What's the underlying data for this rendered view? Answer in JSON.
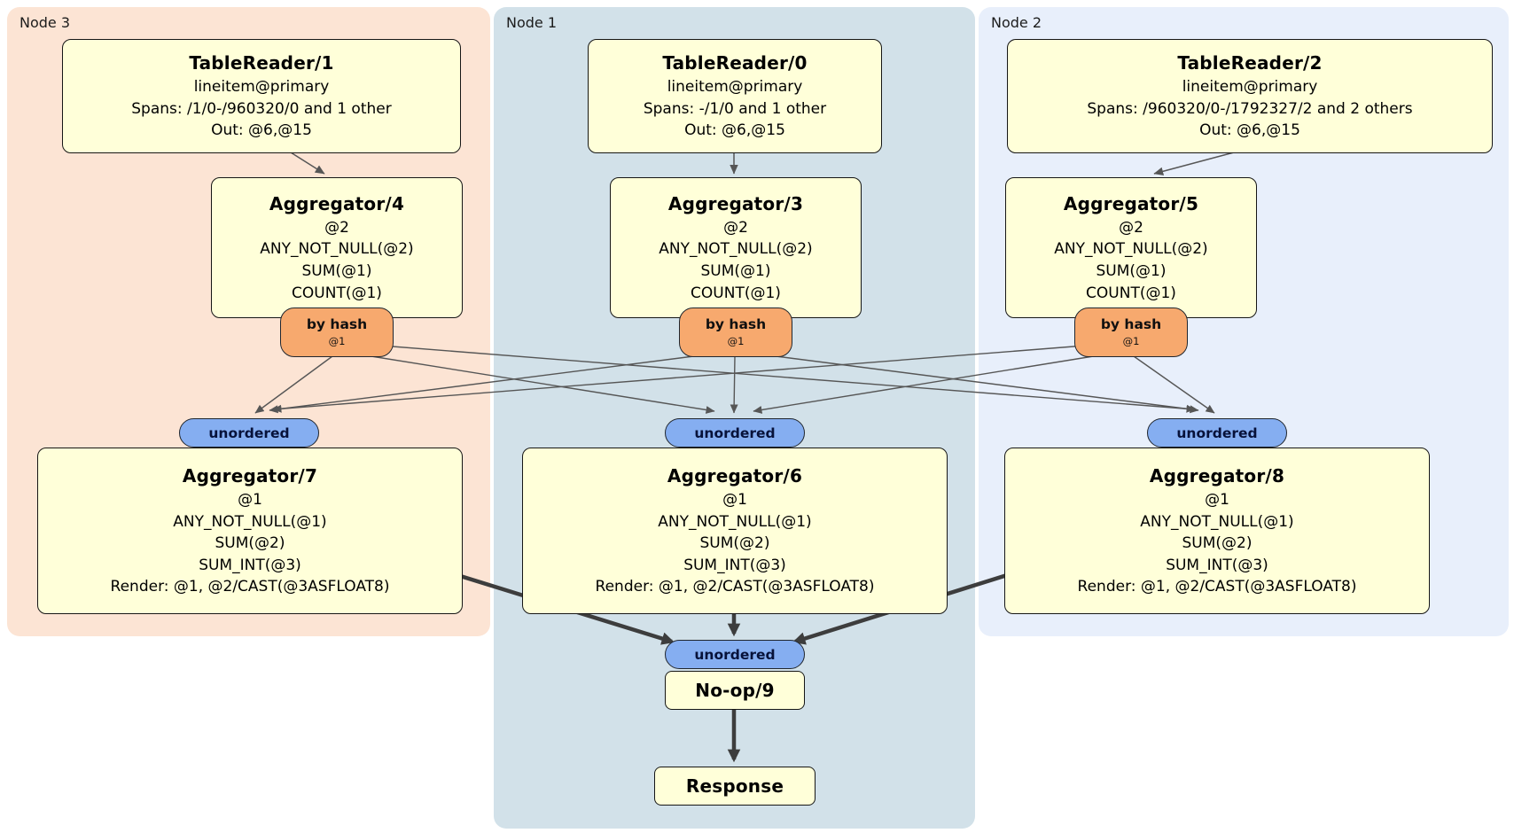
{
  "colors": {
    "node3_bg": "#fce4d4",
    "node1_bg": "#d2e1e9",
    "node2_bg": "#e8effb",
    "processor_fill": "#ffffd9",
    "router_hash_fill": "#f7a96e",
    "sync_unordered_fill": "#85aef1",
    "edge_thin": "#565656",
    "edge_thick": "#3d3d3d"
  },
  "regions": {
    "node3": {
      "label": "Node 3"
    },
    "node1": {
      "label": "Node 1"
    },
    "node2": {
      "label": "Node 2"
    }
  },
  "processors": {
    "tr1": {
      "title": "TableReader/1",
      "table": "lineitem@primary",
      "spans": "Spans: /1/0-/960320/0 and 1 other",
      "out": "Out: @6,@15"
    },
    "tr0": {
      "title": "TableReader/0",
      "table": "lineitem@primary",
      "spans": "Spans: -/1/0 and 1 other",
      "out": "Out: @6,@15"
    },
    "tr2": {
      "title": "TableReader/2",
      "table": "lineitem@primary",
      "spans": "Spans: /960320/0-/1792327/2 and 2 others",
      "out": "Out: @6,@15"
    },
    "agg4": {
      "title": "Aggregator/4",
      "group": "@2",
      "f1": "ANY_NOT_NULL(@2)",
      "f2": "SUM(@1)",
      "f3": "COUNT(@1)"
    },
    "agg3": {
      "title": "Aggregator/3",
      "group": "@2",
      "f1": "ANY_NOT_NULL(@2)",
      "f2": "SUM(@1)",
      "f3": "COUNT(@1)"
    },
    "agg5": {
      "title": "Aggregator/5",
      "group": "@2",
      "f1": "ANY_NOT_NULL(@2)",
      "f2": "SUM(@1)",
      "f3": "COUNT(@1)"
    },
    "agg7": {
      "title": "Aggregator/7",
      "group": "@1",
      "f1": "ANY_NOT_NULL(@1)",
      "f2": "SUM(@2)",
      "f3": "SUM_INT(@3)",
      "f4": "Render: @1, @2/CAST(@3ASFLOAT8)"
    },
    "agg6": {
      "title": "Aggregator/6",
      "group": "@1",
      "f1": "ANY_NOT_NULL(@1)",
      "f2": "SUM(@2)",
      "f3": "SUM_INT(@3)",
      "f4": "Render: @1, @2/CAST(@3ASFLOAT8)"
    },
    "agg8": {
      "title": "Aggregator/8",
      "group": "@1",
      "f1": "ANY_NOT_NULL(@1)",
      "f2": "SUM(@2)",
      "f3": "SUM_INT(@3)",
      "f4": "Render: @1, @2/CAST(@3ASFLOAT8)"
    },
    "noop9": {
      "title": "No-op/9"
    },
    "response": {
      "title": "Response"
    }
  },
  "routers": {
    "by_hash": {
      "label": "by hash",
      "detail": "@1"
    },
    "unordered": {
      "label": "unordered"
    }
  }
}
